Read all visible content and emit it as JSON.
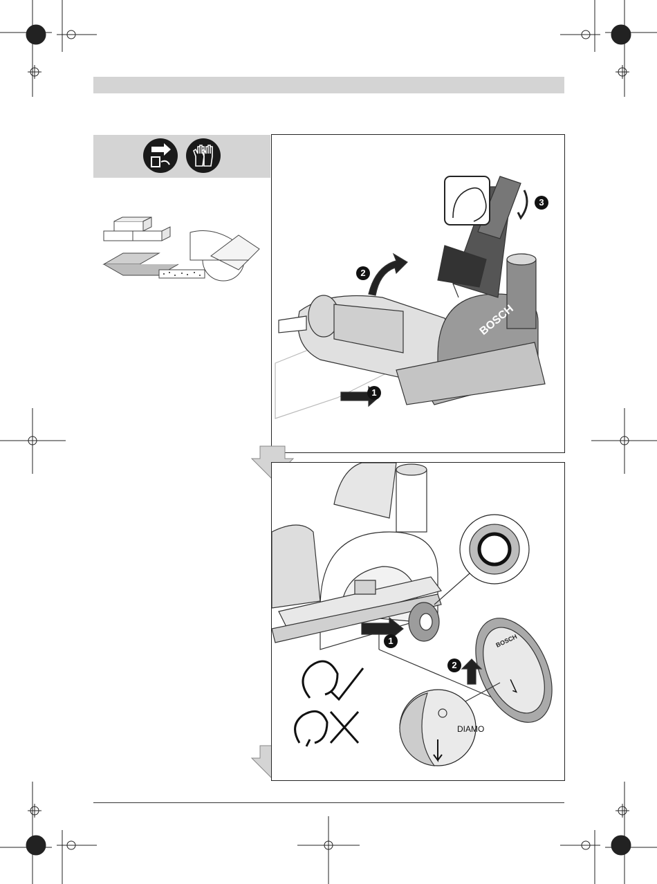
{
  "steps": {
    "s1": "1",
    "s2": "2",
    "s3": "3",
    "b1": "1",
    "b2": "2"
  },
  "blade_brand": "BOSCH",
  "blade_text": "DIAMO",
  "guard_brand": "BOSCH"
}
